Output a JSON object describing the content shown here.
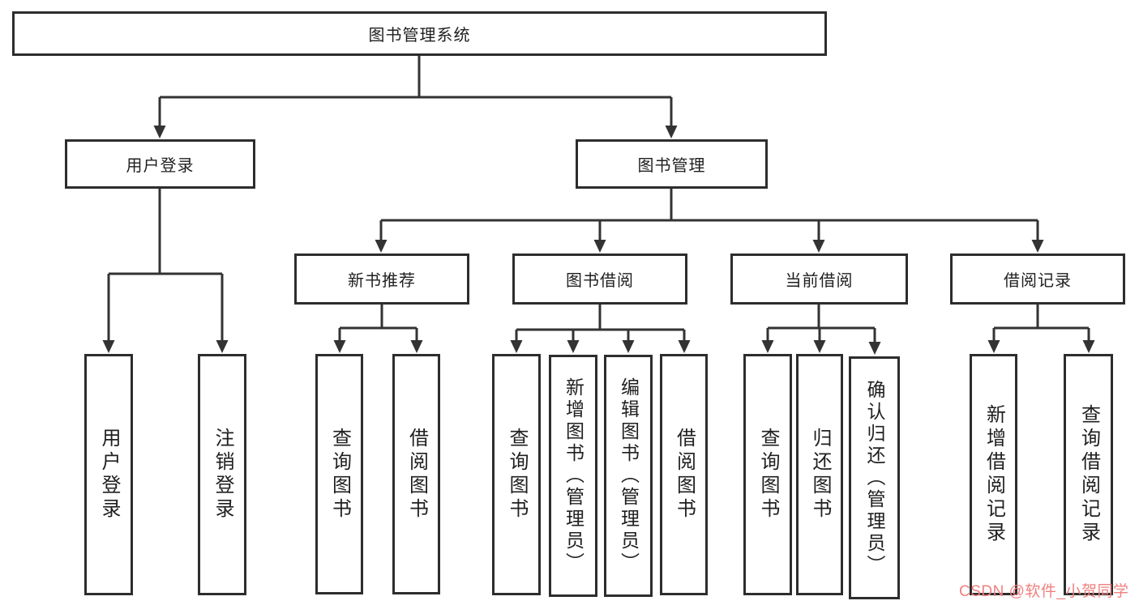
{
  "diagram": {
    "root": {
      "label": "图书管理系统"
    },
    "branches": [
      {
        "label": "用户登录",
        "children": [
          {
            "label": "用户登录"
          },
          {
            "label": "注销登录"
          }
        ]
      },
      {
        "label": "图书管理",
        "children": [
          {
            "label": "新书推荐",
            "children": [
              {
                "label": "查询图书"
              },
              {
                "label": "借阅图书"
              }
            ]
          },
          {
            "label": "图书借阅",
            "children": [
              {
                "label": "查询图书"
              },
              {
                "label": "新增图书（管理员）"
              },
              {
                "label": "编辑图书（管理员）"
              },
              {
                "label": "借阅图书"
              }
            ]
          },
          {
            "label": "当前借阅",
            "children": [
              {
                "label": "查询图书"
              },
              {
                "label": "归还图书"
              },
              {
                "label": "确认归还（管理员）"
              }
            ]
          },
          {
            "label": "借阅记录",
            "children": [
              {
                "label": "新增借阅记录"
              },
              {
                "label": "查询借阅记录"
              }
            ]
          }
        ]
      }
    ]
  },
  "watermark": {
    "text": "CSDN @软件_小贺同学",
    "color": "#f08080"
  },
  "colors": {
    "line": "#333333",
    "box_border": "#2d2d2d",
    "text": "#1f1f1f",
    "background": "#ffffff"
  }
}
